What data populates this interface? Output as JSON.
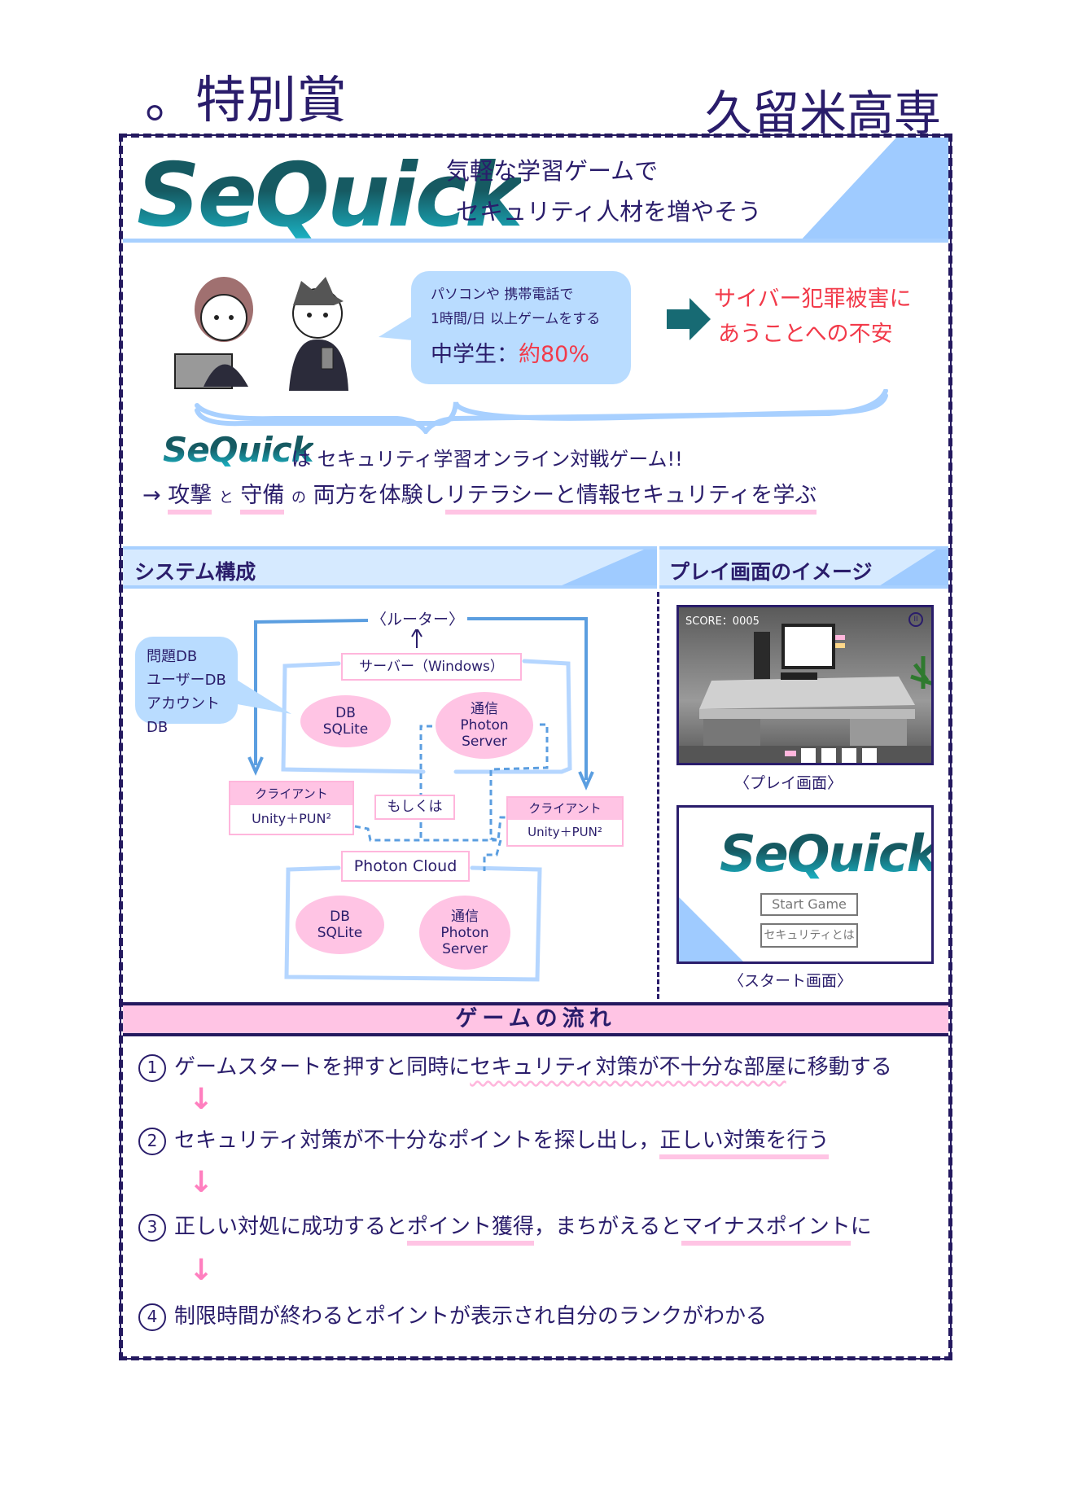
{
  "award": "。特別賞",
  "school": "久留米高専",
  "header": {
    "logo": "SeQuick",
    "tagline_1": "気軽な学習ゲームで",
    "tagline_2": "セキュリティ人材を増やそう"
  },
  "intro": {
    "bubble_line1": "パソコンや 携帯電話で",
    "bubble_line2": "1時間/日 以上ゲームをする",
    "stat_label": "中学生：",
    "stat_value": "約80%",
    "concern_line1": "サイバー犯罪被害に",
    "concern_line2": "あうことへの不安",
    "logo": "SeQuick",
    "desc": "は セキュリティ学習オンライン対戦ゲーム!!",
    "line2": {
      "arrow": "→",
      "attack": "攻撃",
      "to1": "と",
      "defense": "守備",
      "no": "の",
      "mid": "両方を体験し",
      "literacy": "リテラシーと情報セキュリティを学ぶ"
    }
  },
  "system": {
    "title": "システム構成",
    "router": "〈ルーター〉",
    "db_list": [
      "問題DB",
      "ユーザーDB",
      "アカウントDB"
    ],
    "server": "サーバー（Windows）",
    "db_label": "DB",
    "db_name": "SQLite",
    "comm_label": "通信",
    "comm_name_1": "Photon",
    "comm_name_2": "Server",
    "client_label": "クライアント",
    "client_tech": "Unity＋PUN²",
    "or": "もしくは",
    "cloud": "Photon Cloud"
  },
  "play": {
    "title": "プレイ画面のイメージ",
    "score": "SCORE：0005",
    "play_caption": "〈プレイ画面〉",
    "start_logo": "SeQuick",
    "start_button": "Start Game",
    "about_button": "セキュリティとは",
    "start_caption": "〈スタート画面〉"
  },
  "flow": {
    "title": "ゲームの流れ",
    "steps": [
      {
        "num": "1",
        "pre": "ゲームスタートを押すと同時に",
        "hl": "セキュリティ対策が不十分な部屋",
        "post": "に移動する"
      },
      {
        "num": "2",
        "pre": "セキュリティ対策が不十分なポイントを探し出し，",
        "hl": "正しい対策を行う",
        "post": ""
      },
      {
        "num": "3",
        "pre": "正しい対処に成功すると",
        "hl": "ポイント獲得",
        "mid": "，まちがえると",
        "hl2": "マイナスポイント",
        "post": "に"
      },
      {
        "num": "4",
        "pre": "制限時間が終わるとポイントが表示され自分のランクがわかる"
      }
    ]
  },
  "colors": {
    "navy": "#2a1d6b",
    "pink": "#ffc4e4",
    "light_blue": "#d6eaff",
    "blue": "#9fcbff",
    "teal": "#165a62",
    "red": "#f23a4a"
  }
}
